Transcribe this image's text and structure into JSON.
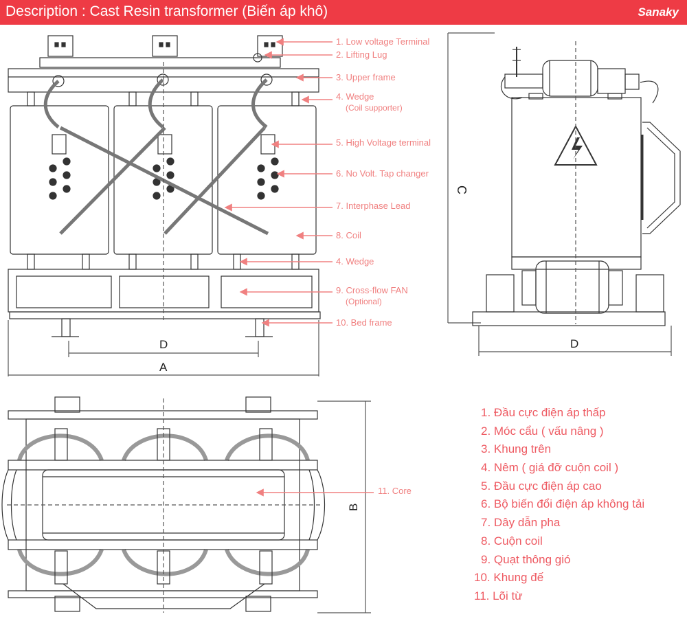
{
  "header": {
    "title": "Description : Cast Resin transformer (Biến áp khô)",
    "brand": "Sanaky"
  },
  "colors": {
    "header_bg": "#ee3b45",
    "callout": "#f08080",
    "legend_text": "#ee5a62",
    "drawing": "#333333"
  },
  "callouts": [
    {
      "label": "1. Low voltage Terminal"
    },
    {
      "label": "2. Lifting Lug"
    },
    {
      "label": "3. Upper frame"
    },
    {
      "label": "4. Wedge",
      "sub": "(Coil supporter)"
    },
    {
      "label": "5. High Voltage terminal"
    },
    {
      "label": "6. No Volt. Tap changer"
    },
    {
      "label": "7. Interphase Lead"
    },
    {
      "label": "8. Coil"
    },
    {
      "label": "4. Wedge"
    },
    {
      "label": "9. Cross-flow FAN",
      "sub": "(Optional)"
    },
    {
      "label": "10. Bed frame"
    },
    {
      "label": "11. Core"
    }
  ],
  "dimensions": {
    "front_width": "A",
    "front_inner": "D",
    "side_height": "C",
    "side_depth": "D",
    "top_depth": "B"
  },
  "legend": [
    "1. Đầu cực điện áp thấp",
    "2. Móc cẩu ( vấu nâng )",
    "3. Khung trên",
    "4. Nêm ( giá đỡ cuộn coil )",
    "5. Đầu cực điện áp cao",
    "6. Bộ biến đổi điện áp không tải",
    "7. Dây dẫn pha",
    "8. Cuộn coil",
    "9. Quạt thông gió",
    "10. Khung đế",
    "11. Lõi từ"
  ]
}
